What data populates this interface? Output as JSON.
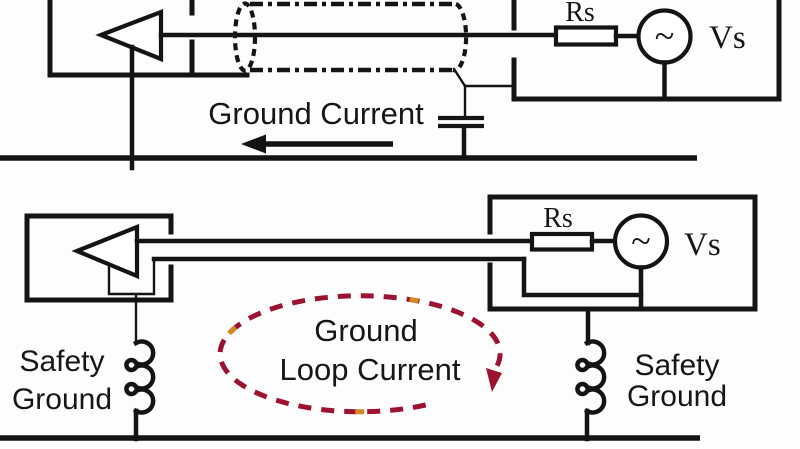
{
  "colors": {
    "line": "#141414",
    "background": "#fdfdfd",
    "loop": "#9c1332",
    "loop_accent": "#d4881f",
    "text": "#161616"
  },
  "top_diagram": {
    "ground_current_label": "Ground Current",
    "rs_label": "Rs",
    "vs_label": "Vs",
    "ac_symbol": "~"
  },
  "bottom_diagram": {
    "loop_label_line1": "Ground",
    "loop_label_line2": "Loop Current",
    "left_ground_label_line1": "Safety",
    "left_ground_label_line2": "Ground",
    "right_ground_label_line1": "Safety",
    "right_ground_label_line2": "Ground",
    "rs_label": "Rs",
    "vs_label": "Vs",
    "ac_symbol": "~"
  }
}
